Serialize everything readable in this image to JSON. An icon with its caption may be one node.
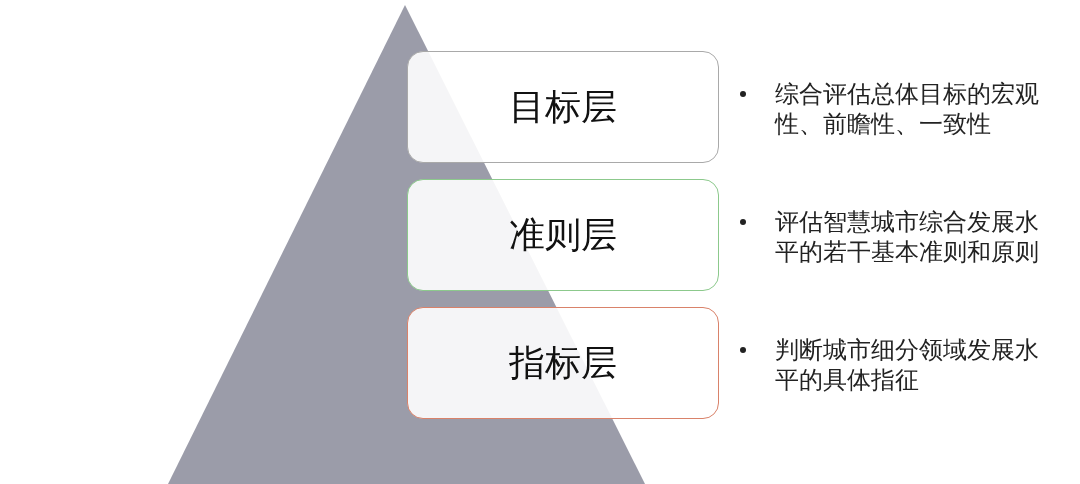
{
  "diagram": {
    "nodes": [
      {
        "text": [
          "目标层"
        ],
        "beside": [
          "综合评估总体目标的宏观性、前瞻性、一致性"
        ]
      },
      {
        "text": [
          "准则层"
        ],
        "beside": [
          "评估智慧城市综合发展水平的若干基本准则和原则"
        ]
      },
      {
        "text": [
          "指标层"
        ],
        "beside": [
          "判断城市细分领域发展水平的具体指征"
        ]
      }
    ]
  }
}
